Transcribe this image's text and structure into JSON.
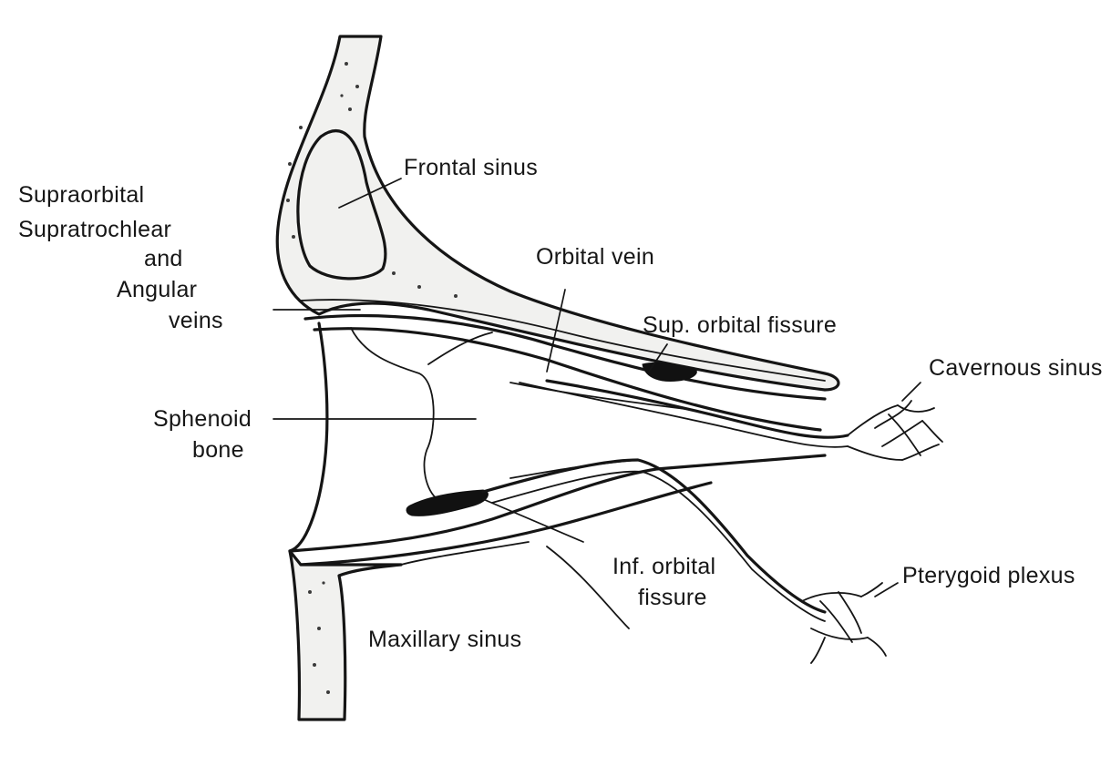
{
  "diagram": {
    "labels": {
      "frontal_sinus": "Frontal sinus",
      "supraorbital_line1": "Supraorbital",
      "supraorbital_line2": "Supratrochlear",
      "supraorbital_line3": "and",
      "supraorbital_line4": "Angular",
      "supraorbital_line5": "veins",
      "orbital_vein": "Orbital vein",
      "sup_orbital_fissure": "Sup. orbital fissure",
      "cavernous_sinus": "Cavernous sinus",
      "sphenoid_line1": "Sphenoid",
      "sphenoid_line2": "bone",
      "inf_orbital_line1": "Inf. orbital",
      "inf_orbital_line2": "fissure",
      "pterygoid_plexus": "Pterygoid plexus",
      "maxillary_sinus": "Maxillary sinus"
    },
    "colors": {
      "ink": "#151515",
      "bone_fill": "#f1f1ef",
      "background": "#ffffff"
    }
  }
}
